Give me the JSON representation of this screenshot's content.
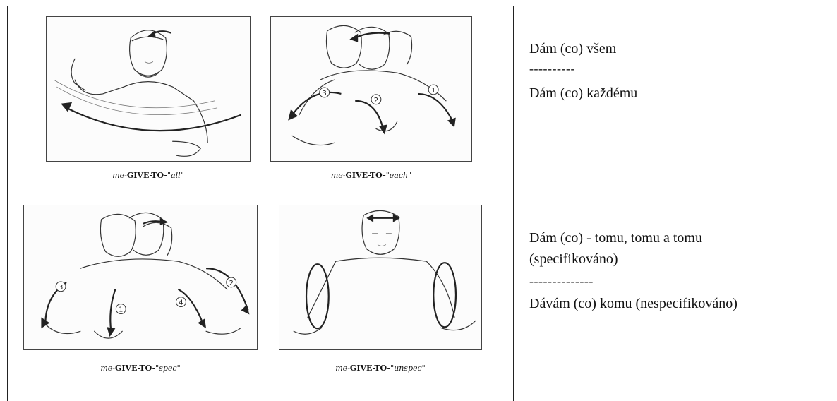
{
  "captions": [
    {
      "prefix": "me-",
      "verb": "GIVE-TO-",
      "suffix": "\"all\""
    },
    {
      "prefix": "me-",
      "verb": "GIVE-TO-",
      "suffix": "\"each\""
    },
    {
      "prefix": "me-",
      "verb": "GIVE-TO-",
      "suffix": "\"spec\""
    },
    {
      "prefix": "me-",
      "verb": "GIVE-TO-",
      "suffix": "\"unspec\""
    }
  ],
  "translations": {
    "line1": "Dám (co) všem",
    "divider1": "----------",
    "line2": "Dám (co) každému",
    "line3": "Dám (co) - tomu, tomu a tomu",
    "line4": "(specifikováno)",
    "divider2": "--------------",
    "line5": "Dávám (co) komu (nespecifikováno)"
  },
  "panel_numbers": {
    "each": [
      "1",
      "2",
      "3"
    ],
    "spec": [
      "1",
      "2",
      "3",
      "4"
    ]
  }
}
